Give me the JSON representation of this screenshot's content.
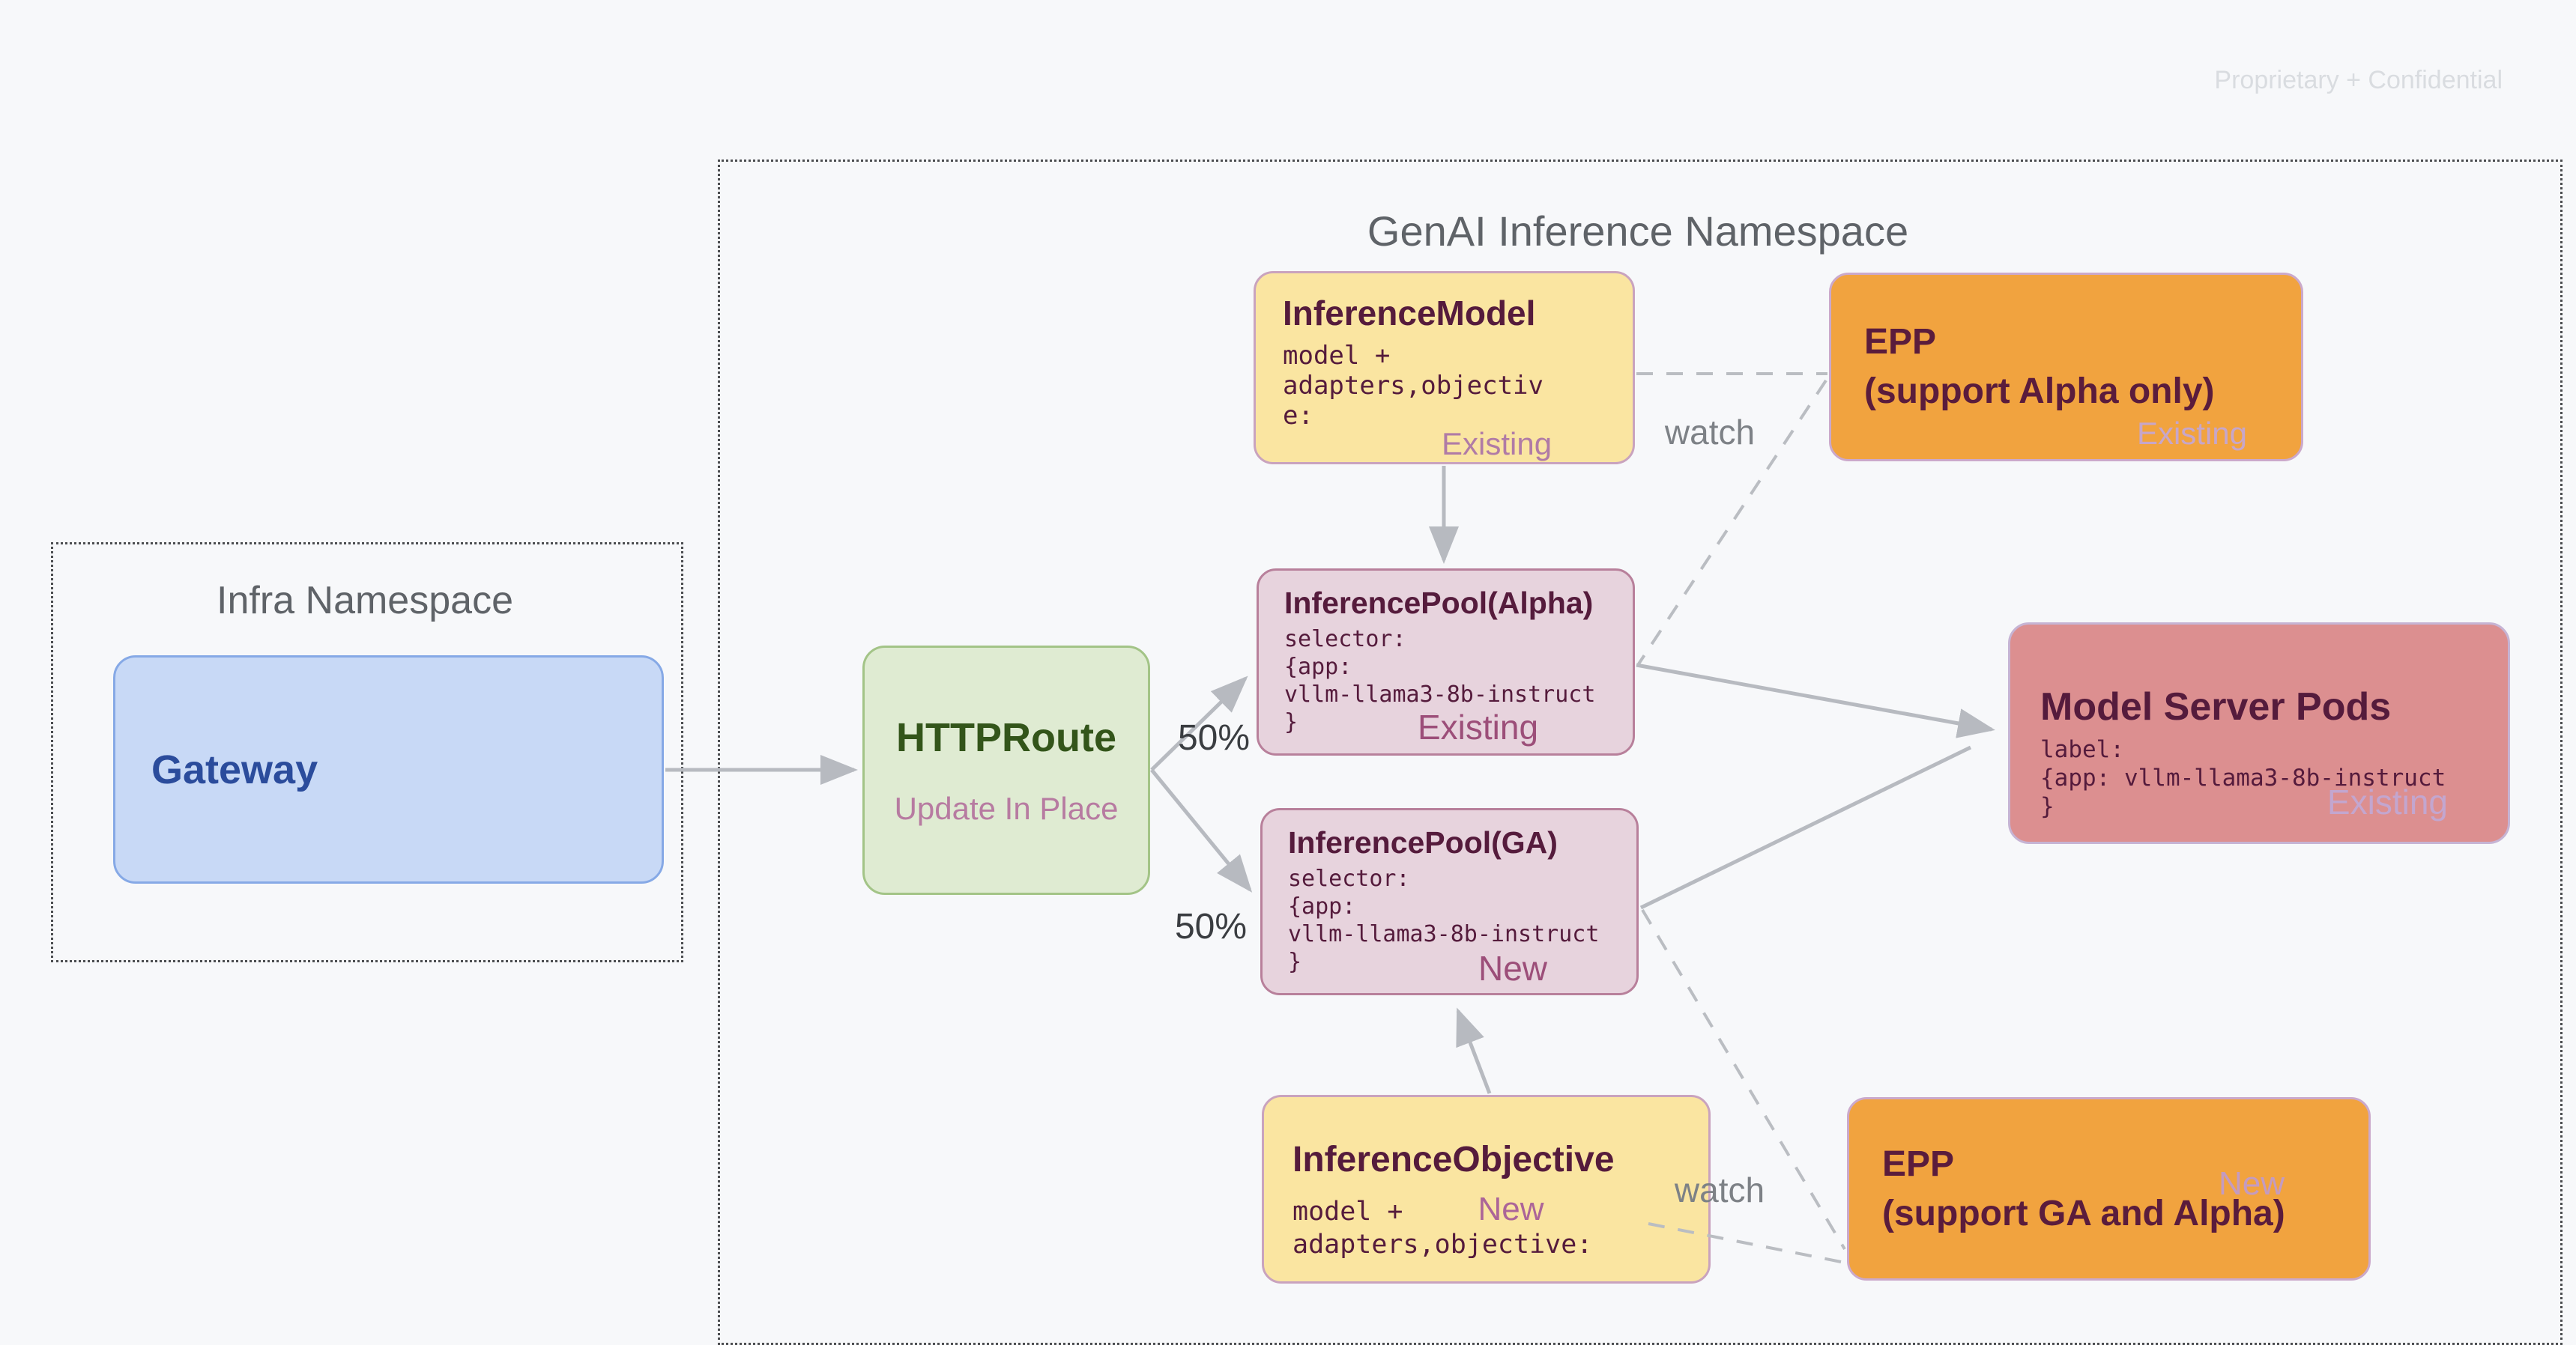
{
  "watermark": "Proprietary + Confidential",
  "namespaces": {
    "infra": {
      "title": "Infra Namespace"
    },
    "genai": {
      "title": "GenAI Inference Namespace"
    }
  },
  "nodes": {
    "gateway": {
      "title": "Gateway"
    },
    "httproute": {
      "title": "HTTPRoute",
      "status": "Update In Place"
    },
    "inference_model": {
      "title": "InferenceModel",
      "body": "model +\nadapters,objectiv\ne:",
      "status": "Existing"
    },
    "epp_alpha": {
      "title": "EPP\n(support Alpha only)",
      "status": "Existing"
    },
    "pool_alpha": {
      "title": "InferencePool(Alpha)",
      "body": "selector:\n{app:\nvllm-llama3-8b-instruct\n}",
      "status": "Existing"
    },
    "pool_ga": {
      "title": "InferencePool(GA)",
      "body": "selector:\n{app:\nvllm-llama3-8b-instruct\n}",
      "status": "New"
    },
    "model_server_pods": {
      "title": "Model Server Pods",
      "body": "label:\n{app: vllm-llama3-8b-instruct\n}",
      "status": "Existing"
    },
    "inference_objective": {
      "title": "InferenceObjective",
      "body_prefix": "model +",
      "body_suffix": "adapters,objective:",
      "status": "New"
    },
    "epp_ga": {
      "title": "EPP\n(support GA and Alpha)",
      "status": "New"
    }
  },
  "edges": {
    "route_split_top_label": "50%",
    "route_split_bottom_label": "50%",
    "watch_top_label": "watch",
    "watch_bottom_label": "watch"
  },
  "colors": {
    "background": "#F7F8FA",
    "yellow_fill": "#FAE5A1",
    "yellow_border": "#C9A3BE",
    "pool_fill": "#E7D3DD",
    "pool_border": "#B8809B",
    "orange_fill": "#F1A33F",
    "orange_border": "#CBA9CB",
    "salmon_fill": "#DC8F90",
    "salmon_border": "#C6B4D4",
    "green_fill": "#DFEBD2",
    "green_border": "#A3C487",
    "blue_fill": "#C8D9F6",
    "blue_border": "#86A9E6",
    "maroon_text": "#551B3C",
    "green_text": "#33551A",
    "blue_text": "#2B4C9C",
    "pink_status": "#9C4E79",
    "lavender_status": "#C5A6C9",
    "namespace_text": "#5F6368",
    "arrow": "#B7BAC0"
  }
}
